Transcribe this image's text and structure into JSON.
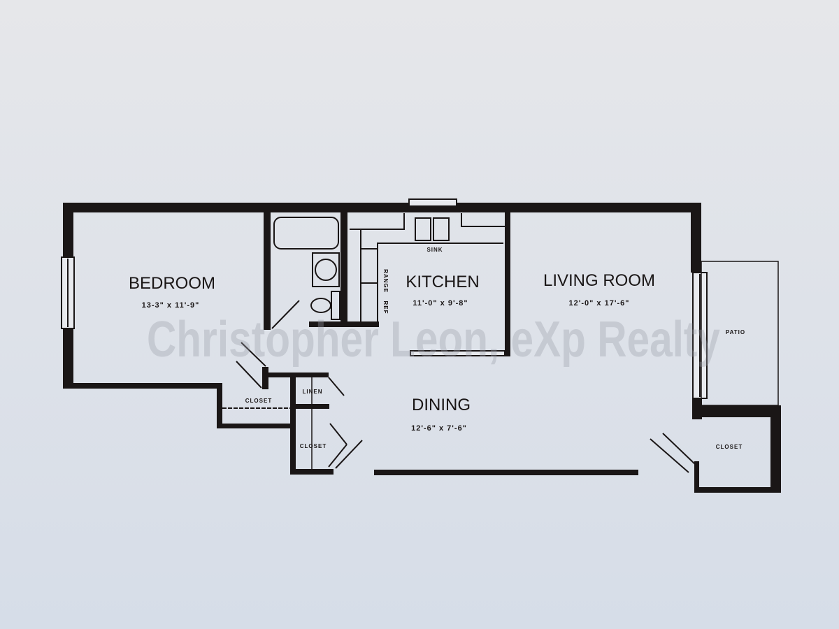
{
  "rooms": {
    "bedroom": {
      "name": "BEDROOM",
      "size": "13-3\" x 11'-9\""
    },
    "kitchen": {
      "name": "KITCHEN",
      "size": "11'-0\" x 9'-8\""
    },
    "living": {
      "name": "LIVING ROOM",
      "size": "12'-0\" x 17'-6\""
    },
    "dining": {
      "name": "DINING",
      "size": "12'-6\" x 7'-6\""
    }
  },
  "labels": {
    "sink": "SINK",
    "range": "RANGE",
    "ref": "REF",
    "linen": "LINEN",
    "closet_bedroom": "CLOSET",
    "closet_hall": "CLOSET",
    "closet_entry": "CLOSET",
    "patio": "PATIO"
  },
  "watermark": "Christopher Leon, eXp Realty",
  "colors": {
    "paper": "#dde2e9",
    "wall": "#1a1616"
  }
}
